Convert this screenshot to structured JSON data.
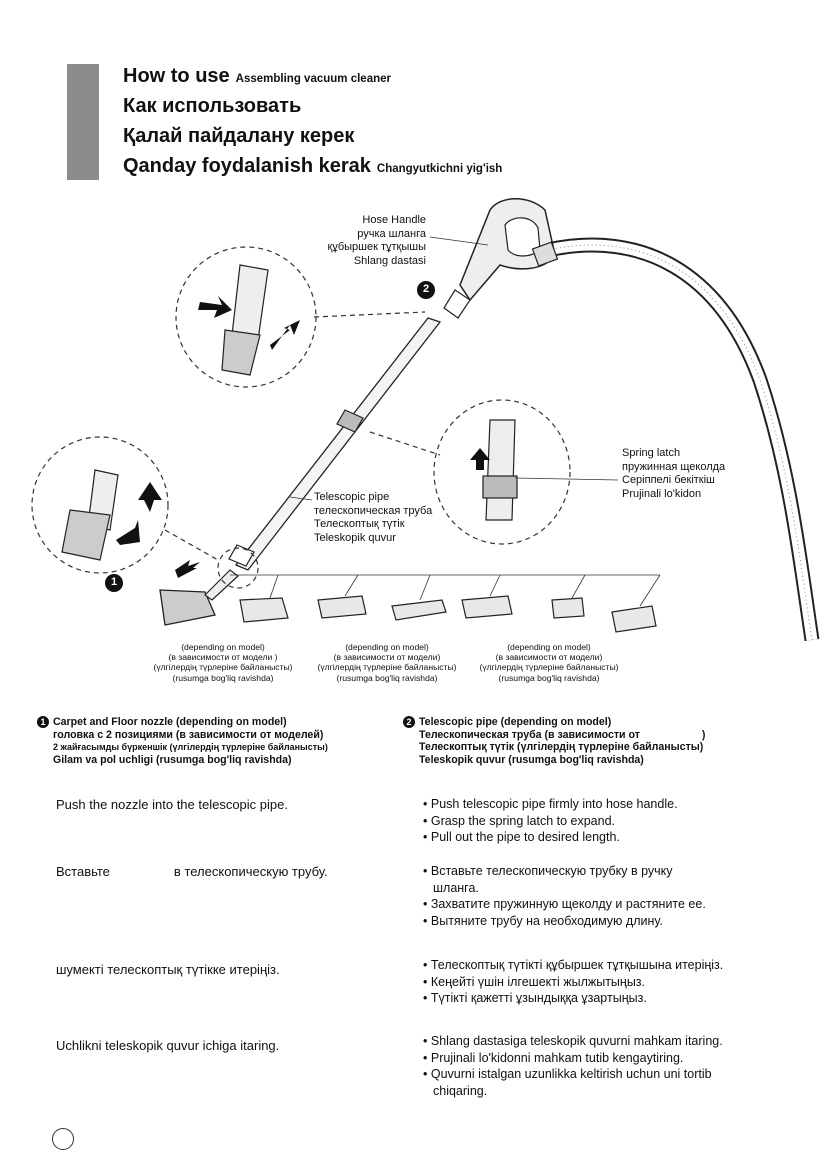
{
  "titles": {
    "line1": "How to use",
    "line1_sub": "Assembling vacuum cleaner",
    "line2": "Как использовать",
    "line3": "Қалай пайдалану керек",
    "line4": "Qanday foydalanish kerak",
    "line4_sub": "Changyutkichni yig'ish"
  },
  "callouts": {
    "hose_handle": [
      "Hose Handle",
      "ручка шланга",
      "құбыршек тұтқышы",
      "Shlang dastasi"
    ],
    "spring_latch": [
      "Spring latch",
      "пружинная щеколда",
      "Серіппелі  бекіткіш",
      "Prujinali lo'kidon"
    ],
    "telescopic_pipe": [
      "Telescopic pipe",
      "телескопическая труба",
      "Телескоптық түтік",
      "Teleskopik quvur"
    ]
  },
  "step_markers": [
    "1",
    "2"
  ],
  "model_notes": [
    [
      "(depending on model)",
      "(в зависимости от модели )",
      "(үлгілердің түрлеріне байланысты)",
      "(rusumga bog'liq ravishda)"
    ],
    [
      "(depending on model)",
      "(в зависимости от модели)",
      "(үлгілердің түрлеріне байланысты)",
      "(rusumga bog'liq ravishda)"
    ],
    [
      "(depending on model)",
      "(в зависимости от модели)",
      "(үлгілердің түрлеріне байланысты)",
      "(rusumga bog'liq ravishda)"
    ]
  ],
  "section1": {
    "number": "1",
    "head": [
      "Carpet and Floor nozzle (depending on model)",
      "головка с 2 позициями (в зависимости от моделей)",
      "2 жайғасымды  бүркеншік (үлгілердің түрлеріне байланысты)",
      "Gilam va pol uchligi (rusumga bog'liq ravishda)"
    ],
    "en": "Push the nozzle into the telescopic pipe.",
    "ru_a": "Вставьте",
    "ru_b": "в телескопическую трубу.",
    "kk": "шумекті телескоптық түтікке итеріңіз.",
    "uz": "Uchlikni teleskopik quvur ichiga itaring."
  },
  "section2": {
    "number": "2",
    "head": [
      "Telescopic pipe (depending on model)",
      "Телескопическая труба (в зависимости от",
      "Телескоптық түтік (үлгілердің түрлеріне байланысты)",
      "Teleskopik quvur (rusumga bog'liq ravishda)"
    ],
    "head_closing": ")",
    "en": [
      "Push telescopic pipe firmly into hose handle.",
      "Grasp the spring latch to expand.",
      "Pull out the pipe to desired length."
    ],
    "ru": [
      "Вставьте телескопическую трубку в ручку",
      "шланга.",
      "Захватите пружинную щеколду и растяните ее.",
      "Вытяните трубу на необходимую длину."
    ],
    "kk": [
      "Телескоптық түтікті құбыршек тұтқышына итеріңіз.",
      "Кеңейті үшін ілгешекті жылжытыңыз.",
      "Түтікті қажетті ұзындыққа ұзартыңыз."
    ],
    "uz": [
      "Shlang dastasiga teleskopik quvurni mahkam itaring.",
      "Prujinali lo'kidonni mahkam tutib kengaytiring.",
      "Quvurni istalgan uzunlikka keltirish uchun uni tortib",
      "chiqaring."
    ]
  },
  "bullet": "•"
}
